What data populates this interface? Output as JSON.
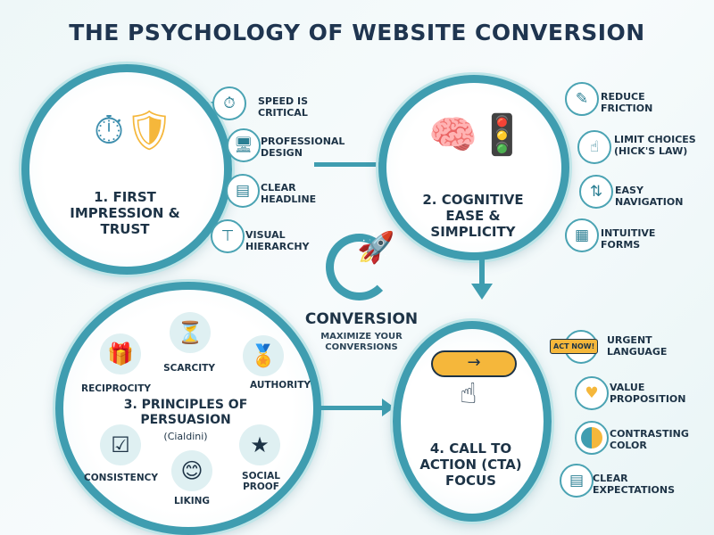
{
  "title": "THE PSYCHOLOGY OF WEBSITE CONVERSION",
  "center": {
    "title": "CONVERSION",
    "subtitle": "MAXIMIZE YOUR CONVERSIONS",
    "icon": "rocket-icon"
  },
  "section1": {
    "title": "1. FIRST IMPRESSION & TRUST",
    "icon": "stopwatch-shield-icon",
    "items": [
      {
        "label": "SPEED IS CRITICAL",
        "icon": "stopwatch-icon"
      },
      {
        "label": "PROFESSIONAL DESIGN",
        "icon": "monitor-icon"
      },
      {
        "label": "CLEAR HEADLINE",
        "icon": "webpage-icon"
      },
      {
        "label": "VISUAL HIERARCHY",
        "icon": "hierarchy-icon"
      }
    ]
  },
  "section2": {
    "title": "2. COGNITIVE EASE & SIMPLICITY",
    "icon": "brain-road-icon",
    "items": [
      {
        "label": "REDUCE FRICTION",
        "icon": "eraser-icon"
      },
      {
        "label": "LIMIT CHOICES (HICK'S LAW)",
        "icon": "hand-choice-icon"
      },
      {
        "label": "EASY NAVIGATION",
        "icon": "direction-arrows-icon"
      },
      {
        "label": "INTUITIVE FORMS",
        "icon": "form-icon"
      }
    ]
  },
  "section3": {
    "title": "3. PRINCIPLES OF PERSUASION",
    "subtitle": "(Cialdini)",
    "items": [
      {
        "label": "RECIPROCITY",
        "icon": "gift-icon"
      },
      {
        "label": "SCARCITY",
        "icon": "hourglass-icon"
      },
      {
        "label": "AUTHORITY",
        "icon": "badge-icon"
      },
      {
        "label": "CONSISTENCY",
        "icon": "checklist-icon"
      },
      {
        "label": "LIKING",
        "icon": "smiley-icon"
      },
      {
        "label": "SOCIAL PROOF",
        "icon": "reviews-icon"
      }
    ]
  },
  "section4": {
    "title": "4. CALL TO ACTION (CTA) FOCUS",
    "icon": "cta-button-click-icon",
    "items": [
      {
        "label": "URGENT LANGUAGE",
        "icon": "act-now-icon",
        "badge": "ACT NOW!"
      },
      {
        "label": "VALUE PROPOSITION",
        "icon": "heart-hand-icon"
      },
      {
        "label": "CONTRASTING COLOR",
        "icon": "half-circle-icon"
      },
      {
        "label": "CLEAR EXPECTATIONS",
        "icon": "cursor-page-icon"
      }
    ]
  },
  "colors": {
    "ring": "#3f9db0",
    "accent": "#f5b73b",
    "text": "#1d3346"
  }
}
